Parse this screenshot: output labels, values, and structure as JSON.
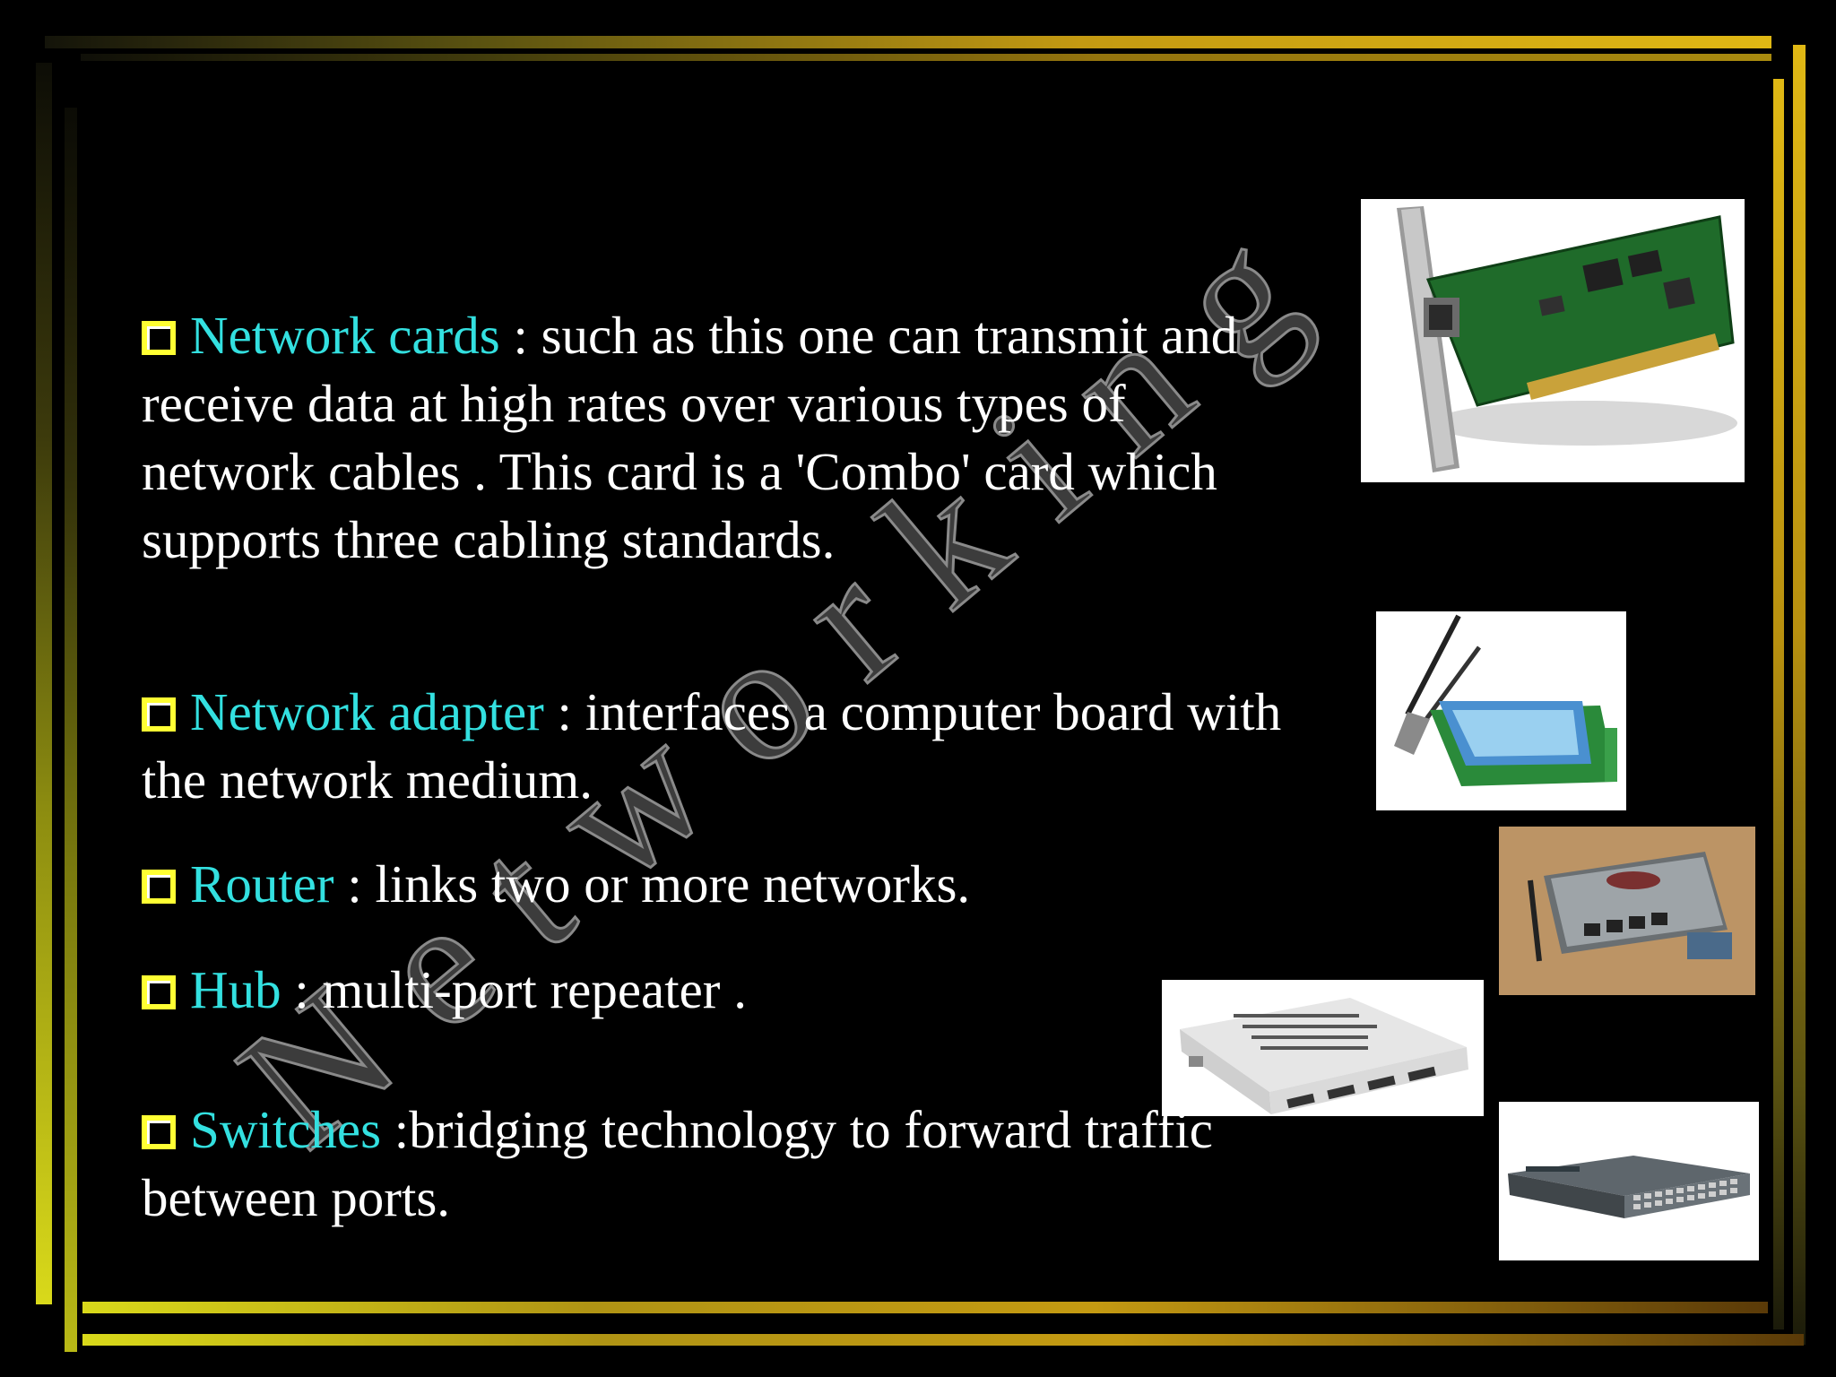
{
  "slide": {
    "title_line1": "H a r d w a r e R e q u i r e d",
    "title_line2": "f o r N e tw o r k i n g :-",
    "watermark": "Networking",
    "items": [
      {
        "term": "Network cards",
        "text": " : such as this one can transmit and receive data at high rates over various types of network cables . This card is a 'Combo' card which supports three cabling standards."
      },
      {
        "term": "Network adapter",
        "text": " : interfaces a computer board with the network medium."
      },
      {
        "term": "Router",
        "text": " : links two or more networks."
      },
      {
        "term": "Hub",
        "text": " : multi-port repeater ."
      },
      {
        "term": "Switches",
        "text": " :bridging technology to forward traffic between ports."
      }
    ]
  },
  "images": {
    "network_card": "network-card-photo",
    "wireless_adapter": "wireless-network-adapter-photo",
    "router": "router-photo",
    "hub": "hub-photo",
    "switch": "switch-photo"
  },
  "colors": {
    "background": "#000000",
    "term": "#33e0e0",
    "text": "#ffffff",
    "bullet": "#ffff33",
    "frame_gold": "#c49a12",
    "title_gold": "#c8a070"
  }
}
